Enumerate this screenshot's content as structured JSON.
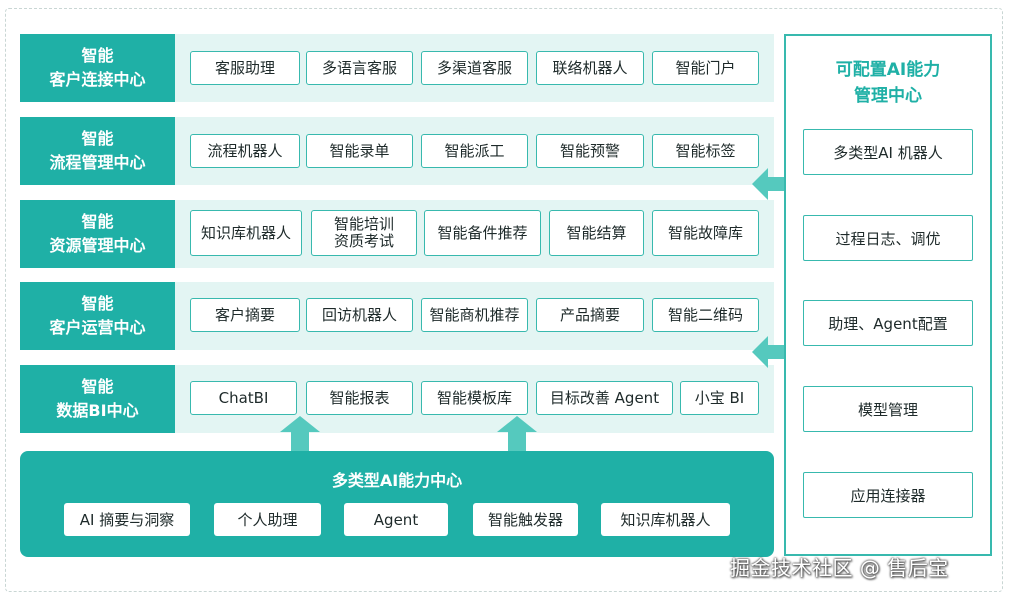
{
  "rows": [
    {
      "label_line1": "智能",
      "label_line2": "客户连接中心",
      "items": [
        "客服助理",
        "多语言客服",
        "多渠道客服",
        "联络机器人",
        "智能门户"
      ]
    },
    {
      "label_line1": "智能",
      "label_line2": "流程管理中心",
      "items": [
        "流程机器人",
        "智能录单",
        "智能派工",
        "智能预警",
        "智能标签"
      ]
    },
    {
      "label_line1": "智能",
      "label_line2": "资源管理中心",
      "items": [
        "知识库机器人",
        "智能培训\n资质考试",
        "智能备件推荐",
        "智能结算",
        "智能故障库"
      ]
    },
    {
      "label_line1": "智能",
      "label_line2": "客户运营中心",
      "items": [
        "客户摘要",
        "回访机器人",
        "智能商机推荐",
        "产品摘要",
        "智能二维码"
      ]
    },
    {
      "label_line1": "智能",
      "label_line2": "数据BI中心",
      "items": [
        "ChatBI",
        "智能报表",
        "智能模板库",
        "目标改善 Agent",
        "小宝 BI"
      ]
    }
  ],
  "bottom": {
    "title": "多类型AI能力中心",
    "items": [
      "AI 摘要与洞察",
      "个人助理",
      "Agent",
      "智能触发器",
      "知识库机器人"
    ]
  },
  "side": {
    "title_line1": "可配置AI能力",
    "title_line2": "管理中心",
    "items": [
      "多类型AI 机器人",
      "过程日志、调优",
      "助理、Agent配置",
      "模型管理",
      "应用连接器"
    ]
  },
  "watermark": "掘金技术社区 @ 售后宝",
  "colors": {
    "accent": "#1fb0a6",
    "band": "#e3f5f3",
    "border": "#38b9ae",
    "arrow": "#55c9be"
  }
}
